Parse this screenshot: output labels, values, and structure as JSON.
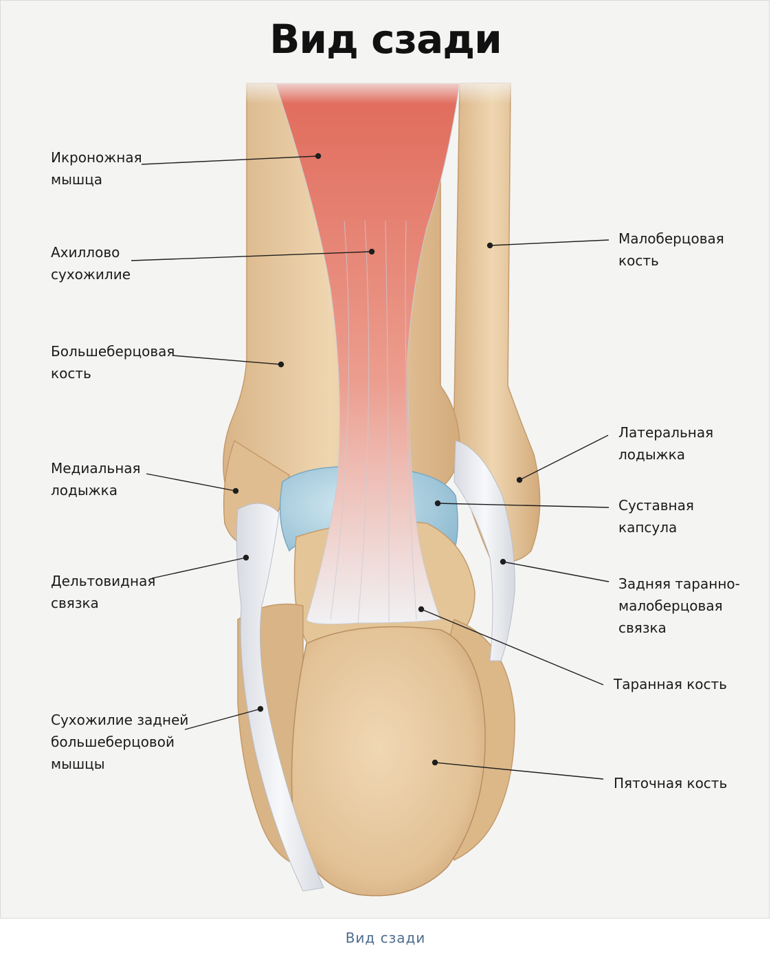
{
  "title": "Вид сзади",
  "caption": "Вид  сзади",
  "labels": {
    "gastrocnemius": "Икроножная\nмышца",
    "achilles": "Ахиллово\nсухожилие",
    "tibia": "Большеберцовая\nкость",
    "medial_malleolus": "Медиальная\nлодыжка",
    "deltoid": "Дельтовидная\nсвязка",
    "tibialis_posterior": "Сухожилие задней\nбольшеберцовой\nмышцы",
    "fibula": "Малоберцовая\nкость",
    "lateral_malleolus": "Латеральная\nлодыжка",
    "joint_capsule": "Суставная\nкапсула",
    "ptfl": "Задняя таранно-\nмалоберцовая\nсвязка",
    "talus": "Таранная кость",
    "calcaneus": "Пяточная кость"
  },
  "colors": {
    "bone": "#e6c9a0",
    "muscle": "#e07d6c",
    "tendon": "#eceef2",
    "capsule": "#a9cfe0",
    "caption": "#4c6c8e"
  }
}
